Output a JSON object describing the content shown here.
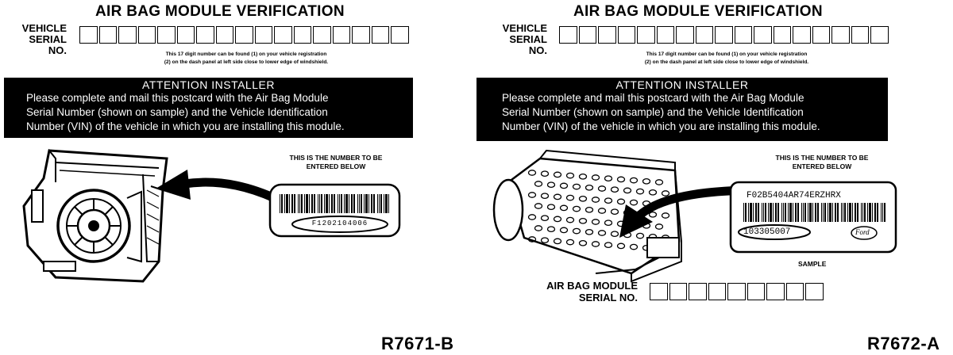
{
  "left_card": {
    "title": "AIR BAG MODULE VERIFICATION",
    "vehicle_label_line1": "VEHICLE",
    "vehicle_label_line2": "SERIAL NO.",
    "vin_box_count": 17,
    "note_line1": "This 17 digit number can be found (1) on your vehicle registration",
    "note_line2": "(2) on the dash panel at left side close to lower edge of windshield.",
    "banner_heading": "ATTENTION INSTALLER",
    "banner_line1": "Please complete and mail this postcard with the Air Bag Module",
    "banner_line2": "Serial Number (shown on sample) and the Vehicle Identification",
    "banner_line3": "Number (VIN) of the vehicle in which you are installing this module.",
    "callout_line1": "THIS IS THE NUMBER TO  BE",
    "callout_line2": "ENTERED BELOW",
    "label_serial": "F1202104006",
    "code": "R7671-B"
  },
  "right_card": {
    "title": "AIR BAG MODULE VERIFICATION",
    "vehicle_label_line1": "VEHICLE",
    "vehicle_label_line2": "SERIAL NO.",
    "vin_box_count": 17,
    "note_line1": "This 17 digit number can be found (1) on your vehicle registration",
    "note_line2": "(2) on the dash panel at left side close to lower edge of windshield.",
    "banner_heading": "ATTENTION INSTALLER",
    "banner_line1": "Please complete and mail this postcard with the Air Bag Module",
    "banner_line2": "Serial Number (shown on sample) and the Vehicle Identification",
    "banner_line3": "Number (VIN) of the vehicle in which you are installing this module.",
    "callout_line1": "THIS IS THE NUMBER TO  BE",
    "callout_line2": "ENTERED BELOW",
    "label_part_number": "F02B5404AR74ERZHRX",
    "label_serial": "103305007",
    "label_logo": "Ford",
    "sample_label": "SAMPLE",
    "module_label_line1": "AIR BAG MODULE",
    "module_label_line2": "SERIAL NO.",
    "module_box_count": 9,
    "code": "R7672-A"
  },
  "colors": {
    "ink": "#000000",
    "paper": "#ffffff"
  }
}
